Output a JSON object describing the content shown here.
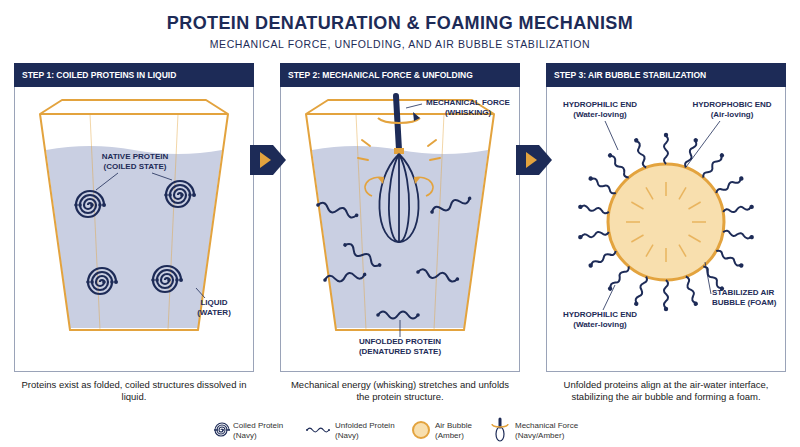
{
  "diagram": {
    "title": "PROTEIN DENATURATION & FOAMING MECHANISM",
    "nodes": [
      {
        "text": [
          "STEP 1: COILED PROTEINS IN LIQUID",
          "Proteins exist as folded, coiled structures dissolved in liquid."
        ]
      },
      {
        "text": [
          "STEP 2: MECHANICAL FORCE & UNFOLDING",
          "Mechanical energy (whisking) stretches and unfolds the protein structure."
        ]
      },
      {
        "text": [
          "STEP 3: AIR BUBBLE STABILIZATION",
          "Unfolded proteins align at the air-water interface, stabilizing the air bubble and forming a foam."
        ]
      }
    ],
    "edges": [
      {
        "from": 0,
        "to": 1,
        "arrow": "to"
      },
      {
        "from": 1,
        "to": 2,
        "arrow": "to"
      }
    ],
    "labels": [
      "MECHANICAL FORCE, UNFOLDING, AND AIR BUBBLE STABILIZATION",
      "NATIVE PROTEIN (COILED STATE)",
      "LIQUID (WATER)",
      "MECHANICAL FORCE (WHISKING)",
      "UNFOLDED PROTEIN (DENATURED STATE)",
      "HYDROPHILIC END (Water-loving)",
      "HYDROPHOBIC END (Air-loving)",
      "HYDROPHILIC END (Water-loving)",
      "STABILIZED AIR BUBBLE (FOAM)"
    ],
    "legend": [
      {
        "text": "Coiled Protein (Navy)"
      },
      {
        "text": "Unfolded Protein (Navy)"
      },
      {
        "text": "Air Bubble (Amber)"
      },
      {
        "text": "Mechanical Force (Navy/Amber)"
      }
    ]
  }
}
